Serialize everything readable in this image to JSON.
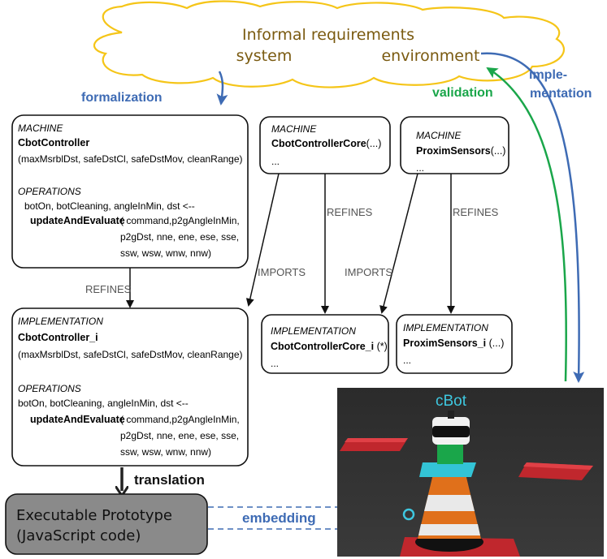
{
  "cloud": {
    "title": "Informal requirements",
    "system_label": "system",
    "environment_label": "environment"
  },
  "arrows": {
    "formalization": "formalization",
    "validation": "validation",
    "implementation_line1": "imple-",
    "implementation_line2": "mentation",
    "translation": "translation",
    "embedding": "embedding",
    "refines_1": "REFINES",
    "refines_2": "REFINES",
    "refines_3": "REFINES",
    "imports_1": "IMPORTS",
    "imports_2": "IMPORTS"
  },
  "machine_controller": {
    "kind": "MACHINE",
    "name": "CbotController",
    "params": "(maxMsrblDst, safeDstCl, safeDstMov, cleanRange)",
    "ops_title": "OPERATIONS",
    "op_outputs": "botOn, botCleaning, angleInMin, dst  <--",
    "op_name": "updateAndEvaluate",
    "op_args_1": "( command,p2gAngleInMin,",
    "op_args_2": "p2gDst, nne, ene, ese, sse,",
    "op_args_3": "ssw, wsw, wnw, nnw)"
  },
  "machine_core": {
    "kind": "MACHINE",
    "name": "CbotControllerCore",
    "name_suffix": "(...)",
    "dots": "..."
  },
  "machine_sensors": {
    "kind": "MACHINE",
    "name": "ProximSensors",
    "name_suffix": "(...)",
    "dots": "..."
  },
  "impl_controller": {
    "kind": "IMPLEMENTATION",
    "name": "CbotController_i",
    "params": "(maxMsrblDst, safeDstCl, safeDstMov, cleanRange)",
    "ops_title": "OPERATIONS",
    "op_outputs": "botOn, botCleaning, angleInMin, dst  <--",
    "op_name": "updateAndEvaluate",
    "op_args_1": "( command,p2gAngleInMin,",
    "op_args_2": "p2gDst, nne, ene, ese, sse,",
    "op_args_3": "ssw, wsw, wnw, nnw)"
  },
  "impl_core": {
    "kind": "IMPLEMENTATION",
    "name": "CbotControllerCore_i",
    "name_suffix": " (*)",
    "dots": "..."
  },
  "impl_sensors": {
    "kind": "IMPLEMENTATION",
    "name": "ProximSensors_i",
    "name_suffix": " (...)",
    "dots": "..."
  },
  "prototype": {
    "line1": "Executable Prototype",
    "line2": "(JavaScript code)"
  },
  "scene": {
    "label": "cBot"
  },
  "colors": {
    "cloud_outline": "#f5c518",
    "cloud_text": "#7a5a10",
    "formalization_blue": "#3e6bb4",
    "validation_green": "#1aa64a",
    "prototype_fill": "#8a8a8a",
    "scene_label": "#3ec8e0"
  }
}
